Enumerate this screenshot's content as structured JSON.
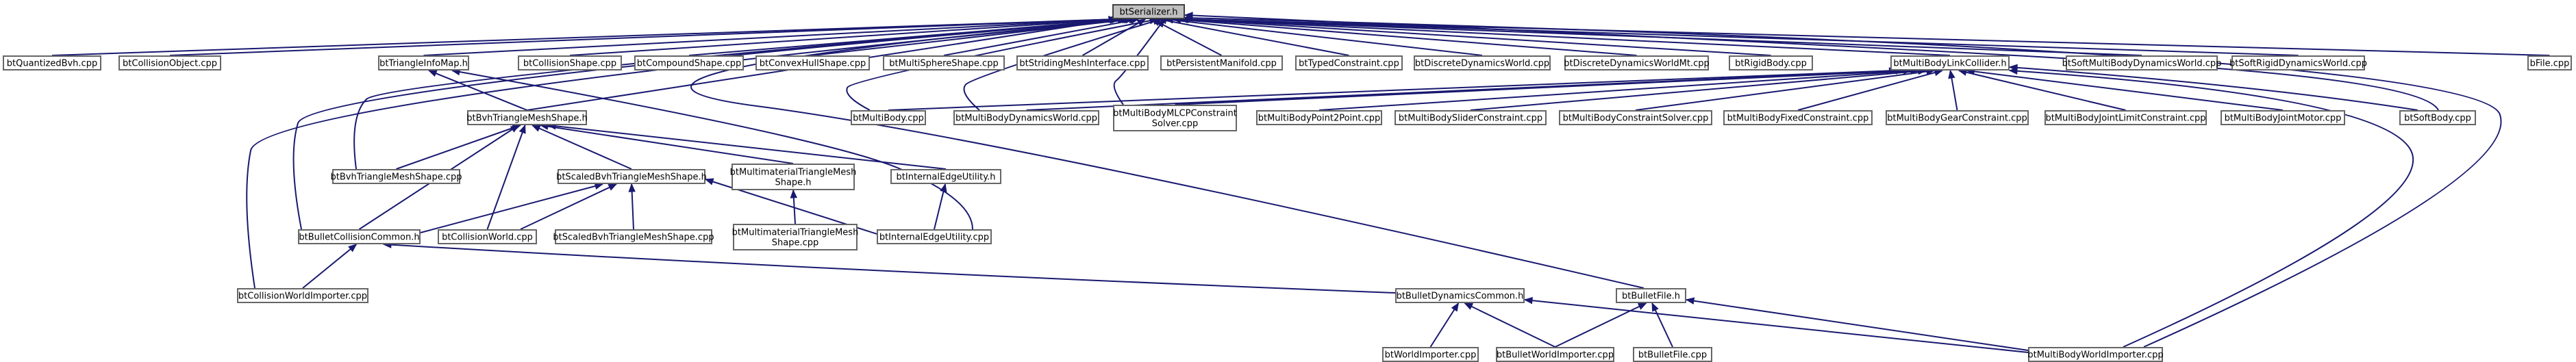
{
  "nodes": [
    {
      "id": "btSerializer_h",
      "lines": [
        "btSerializer.h"
      ]
    },
    {
      "id": "btQuantizedBvh_cpp",
      "lines": [
        "btQuantizedBvh.cpp"
      ]
    },
    {
      "id": "btCollisionObject_cpp",
      "lines": [
        "btCollisionObject.cpp"
      ]
    },
    {
      "id": "btTriangleInfoMap_h",
      "lines": [
        "btTriangleInfoMap.h"
      ]
    },
    {
      "id": "btCollisionShape_cpp",
      "lines": [
        "btCollisionShape.cpp"
      ]
    },
    {
      "id": "btCompoundShape_cpp",
      "lines": [
        "btCompoundShape.cpp"
      ]
    },
    {
      "id": "btConvexHullShape_cpp",
      "lines": [
        "btConvexHullShape.cpp"
      ]
    },
    {
      "id": "btMultiSphereShape_cpp",
      "lines": [
        "btMultiSphereShape.cpp"
      ]
    },
    {
      "id": "btStridingMeshInterface_cpp",
      "lines": [
        "btStridingMeshInterface.cpp"
      ]
    },
    {
      "id": "btPersistentManifold_cpp",
      "lines": [
        "btPersistentManifold.cpp"
      ]
    },
    {
      "id": "btTypedConstraint_cpp",
      "lines": [
        "btTypedConstraint.cpp"
      ]
    },
    {
      "id": "btDiscreteDynamicsWorld_cpp",
      "lines": [
        "btDiscreteDynamicsWorld.cpp"
      ]
    },
    {
      "id": "btDiscreteDynamicsWorldMt_cpp",
      "lines": [
        "btDiscreteDynamicsWorldMt.cpp"
      ]
    },
    {
      "id": "btRigidBody_cpp",
      "lines": [
        "btRigidBody.cpp"
      ]
    },
    {
      "id": "btMultiBodyLinkCollider_h",
      "lines": [
        "btMultiBodyLinkCollider.h"
      ]
    },
    {
      "id": "btSoftMultiBodyDynamicsWorld_cpp",
      "lines": [
        "btSoftMultiBodyDynamicsWorld.cpp"
      ]
    },
    {
      "id": "btSoftRigidDynamicsWorld_cpp",
      "lines": [
        "btSoftRigidDynamicsWorld.cpp"
      ]
    },
    {
      "id": "bFile_cpp",
      "lines": [
        "bFile.cpp"
      ]
    },
    {
      "id": "btBvhTriangleMeshShape_h",
      "lines": [
        "btBvhTriangleMeshShape.h"
      ]
    },
    {
      "id": "btMultiBody_cpp",
      "lines": [
        "btMultiBody.cpp"
      ]
    },
    {
      "id": "btMultiBodyDynamicsWorld_cpp",
      "lines": [
        "btMultiBodyDynamicsWorld.cpp"
      ]
    },
    {
      "id": "btMultiBodyMLCPConstraintSolver_cpp",
      "lines": [
        "btMultiBodyMLCPConstraint",
        "Solver.cpp"
      ]
    },
    {
      "id": "btMultiBodyPoint2Point_cpp",
      "lines": [
        "btMultiBodyPoint2Point.cpp"
      ]
    },
    {
      "id": "btMultiBodySliderConstraint_cpp",
      "lines": [
        "btMultiBodySliderConstraint.cpp"
      ]
    },
    {
      "id": "btMultiBodyConstraintSolver_cpp",
      "lines": [
        "btMultiBodyConstraintSolver.cpp"
      ]
    },
    {
      "id": "btMultiBodyFixedConstraint_cpp",
      "lines": [
        "btMultiBodyFixedConstraint.cpp"
      ]
    },
    {
      "id": "btMultiBodyGearConstraint_cpp",
      "lines": [
        "btMultiBodyGearConstraint.cpp"
      ]
    },
    {
      "id": "btMultiBodyJointLimitConstraint_cpp",
      "lines": [
        "btMultiBodyJointLimitConstraint.cpp"
      ]
    },
    {
      "id": "btMultiBodyJointMotor_cpp",
      "lines": [
        "btMultiBodyJointMotor.cpp"
      ]
    },
    {
      "id": "btSoftBody_cpp",
      "lines": [
        "btSoftBody.cpp"
      ]
    },
    {
      "id": "btBvhTriangleMeshShape_cpp",
      "lines": [
        "btBvhTriangleMeshShape.cpp"
      ]
    },
    {
      "id": "btScaledBvhTriangleMeshShape_h",
      "lines": [
        "btScaledBvhTriangleMeshShape.h"
      ]
    },
    {
      "id": "btMultimaterialTriangleMeshShape_h",
      "lines": [
        "btMultimaterialTriangleMesh",
        "Shape.h"
      ]
    },
    {
      "id": "btInternalEdgeUtility_h",
      "lines": [
        "btInternalEdgeUtility.h"
      ]
    },
    {
      "id": "btBulletCollisionCommon_h",
      "lines": [
        "btBulletCollisionCommon.h"
      ]
    },
    {
      "id": "btCollisionWorld_cpp",
      "lines": [
        "btCollisionWorld.cpp"
      ]
    },
    {
      "id": "btScaledBvhTriangleMeshShape_cpp",
      "lines": [
        "btScaledBvhTriangleMeshShape.cpp"
      ]
    },
    {
      "id": "btMultimaterialTriangleMeshShape_cpp",
      "lines": [
        "btMultimaterialTriangleMesh",
        "Shape.cpp"
      ]
    },
    {
      "id": "btInternalEdgeUtility_cpp",
      "lines": [
        "btInternalEdgeUtility.cpp"
      ]
    },
    {
      "id": "btCollisionWorldImporter_cpp",
      "lines": [
        "btCollisionWorldImporter.cpp"
      ]
    },
    {
      "id": "btBulletDynamicsCommon_h",
      "lines": [
        "btBulletDynamicsCommon.h"
      ]
    },
    {
      "id": "btBulletFile_h",
      "lines": [
        "btBulletFile.h"
      ]
    },
    {
      "id": "btWorldImporter_cpp",
      "lines": [
        "btWorldImporter.cpp"
      ]
    },
    {
      "id": "btBulletWorldImporter_cpp",
      "lines": [
        "btBulletWorldImporter.cpp"
      ]
    },
    {
      "id": "btBulletFile_cpp",
      "lines": [
        "btBulletFile.cpp"
      ]
    },
    {
      "id": "btMultiBodyWorldImporter_cpp",
      "lines": [
        "btMultiBodyWorldImporter.cpp"
      ]
    }
  ],
  "edges": [
    {
      "from": "btQuantizedBvh_cpp",
      "to": "btSerializer_h"
    },
    {
      "from": "btCollisionObject_cpp",
      "to": "btSerializer_h"
    },
    {
      "from": "btTriangleInfoMap_h",
      "to": "btSerializer_h"
    },
    {
      "from": "btCollisionShape_cpp",
      "to": "btSerializer_h"
    },
    {
      "from": "btCompoundShape_cpp",
      "to": "btSerializer_h"
    },
    {
      "from": "btConvexHullShape_cpp",
      "to": "btSerializer_h"
    },
    {
      "from": "btMultiSphereShape_cpp",
      "to": "btSerializer_h"
    },
    {
      "from": "btStridingMeshInterface_cpp",
      "to": "btSerializer_h"
    },
    {
      "from": "btPersistentManifold_cpp",
      "to": "btSerializer_h"
    },
    {
      "from": "btTypedConstraint_cpp",
      "to": "btSerializer_h"
    },
    {
      "from": "btDiscreteDynamicsWorld_cpp",
      "to": "btSerializer_h"
    },
    {
      "from": "btDiscreteDynamicsWorldMt_cpp",
      "to": "btSerializer_h"
    },
    {
      "from": "btRigidBody_cpp",
      "to": "btSerializer_h"
    },
    {
      "from": "btMultiBodyLinkCollider_h",
      "to": "btSerializer_h"
    },
    {
      "from": "btSoftMultiBodyDynamicsWorld_cpp",
      "to": "btSerializer_h"
    },
    {
      "from": "btSoftRigidDynamicsWorld_cpp",
      "to": "btSerializer_h"
    },
    {
      "from": "bFile_cpp",
      "to": "btSerializer_h"
    },
    {
      "from": "btBvhTriangleMeshShape_h",
      "to": "btSerializer_h"
    },
    {
      "from": "btBvhTriangleMeshShape_cpp",
      "to": "btSerializer_h"
    },
    {
      "from": "btBulletCollisionCommon_h",
      "to": "btSerializer_h"
    },
    {
      "from": "btCollisionWorldImporter_cpp",
      "to": "btSerializer_h"
    },
    {
      "from": "btBulletFile_h",
      "to": "btSerializer_h"
    },
    {
      "from": "btMultiBody_cpp",
      "to": "btSerializer_h"
    },
    {
      "from": "btMultiBodyDynamicsWorld_cpp",
      "to": "btSerializer_h"
    },
    {
      "from": "btMultiBodyMLCPConstraintSolver_cpp",
      "to": "btSerializer_h"
    },
    {
      "from": "btSoftBody_cpp",
      "to": "btSerializer_h"
    },
    {
      "from": "btMultiBodyWorldImporter_cpp",
      "to": "btSerializer_h"
    },
    {
      "from": "btBvhTriangleMeshShape_h",
      "to": "btTriangleInfoMap_h"
    },
    {
      "from": "btInternalEdgeUtility_cpp",
      "to": "btTriangleInfoMap_h"
    },
    {
      "from": "btMultiBody_cpp",
      "to": "btMultiBodyLinkCollider_h"
    },
    {
      "from": "btMultiBodyDynamicsWorld_cpp",
      "to": "btMultiBodyLinkCollider_h"
    },
    {
      "from": "btMultiBodyMLCPConstraintSolver_cpp",
      "to": "btMultiBodyLinkCollider_h"
    },
    {
      "from": "btMultiBodyPoint2Point_cpp",
      "to": "btMultiBodyLinkCollider_h"
    },
    {
      "from": "btMultiBodySliderConstraint_cpp",
      "to": "btMultiBodyLinkCollider_h"
    },
    {
      "from": "btMultiBodyConstraintSolver_cpp",
      "to": "btMultiBodyLinkCollider_h"
    },
    {
      "from": "btMultiBodyFixedConstraint_cpp",
      "to": "btMultiBodyLinkCollider_h"
    },
    {
      "from": "btMultiBodyGearConstraint_cpp",
      "to": "btMultiBodyLinkCollider_h"
    },
    {
      "from": "btMultiBodyJointLimitConstraint_cpp",
      "to": "btMultiBodyLinkCollider_h"
    },
    {
      "from": "btMultiBodyJointMotor_cpp",
      "to": "btMultiBodyLinkCollider_h"
    },
    {
      "from": "btSoftBody_cpp",
      "to": "btMultiBodyLinkCollider_h"
    },
    {
      "from": "btMultiBodyWorldImporter_cpp",
      "to": "btMultiBodyLinkCollider_h"
    },
    {
      "from": "btBvhTriangleMeshShape_cpp",
      "to": "btBvhTriangleMeshShape_h"
    },
    {
      "from": "btScaledBvhTriangleMeshShape_h",
      "to": "btBvhTriangleMeshShape_h"
    },
    {
      "from": "btMultimaterialTriangleMeshShape_h",
      "to": "btBvhTriangleMeshShape_h"
    },
    {
      "from": "btInternalEdgeUtility_h",
      "to": "btBvhTriangleMeshShape_h"
    },
    {
      "from": "btBulletCollisionCommon_h",
      "to": "btBvhTriangleMeshShape_h"
    },
    {
      "from": "btCollisionWorld_cpp",
      "to": "btBvhTriangleMeshShape_h"
    },
    {
      "from": "btBulletCollisionCommon_h",
      "to": "btScaledBvhTriangleMeshShape_h"
    },
    {
      "from": "btCollisionWorld_cpp",
      "to": "btScaledBvhTriangleMeshShape_h"
    },
    {
      "from": "btScaledBvhTriangleMeshShape_cpp",
      "to": "btScaledBvhTriangleMeshShape_h"
    },
    {
      "from": "btInternalEdgeUtility_cpp",
      "to": "btScaledBvhTriangleMeshShape_h"
    },
    {
      "from": "btMultimaterialTriangleMeshShape_cpp",
      "to": "btMultimaterialTriangleMeshShape_h"
    },
    {
      "from": "btInternalEdgeUtility_cpp",
      "to": "btInternalEdgeUtility_h"
    },
    {
      "from": "btCollisionWorldImporter_cpp",
      "to": "btBulletCollisionCommon_h"
    },
    {
      "from": "btBulletDynamicsCommon_h",
      "to": "btBulletCollisionCommon_h"
    },
    {
      "from": "btWorldImporter_cpp",
      "to": "btBulletDynamicsCommon_h"
    },
    {
      "from": "btBulletWorldImporter_cpp",
      "to": "btBulletDynamicsCommon_h"
    },
    {
      "from": "btMultiBodyWorldImporter_cpp",
      "to": "btBulletDynamicsCommon_h"
    },
    {
      "from": "btBulletWorldImporter_cpp",
      "to": "btBulletFile_h"
    },
    {
      "from": "btBulletFile_cpp",
      "to": "btBulletFile_h"
    },
    {
      "from": "btMultiBodyWorldImporter_cpp",
      "to": "btBulletFile_h"
    }
  ]
}
